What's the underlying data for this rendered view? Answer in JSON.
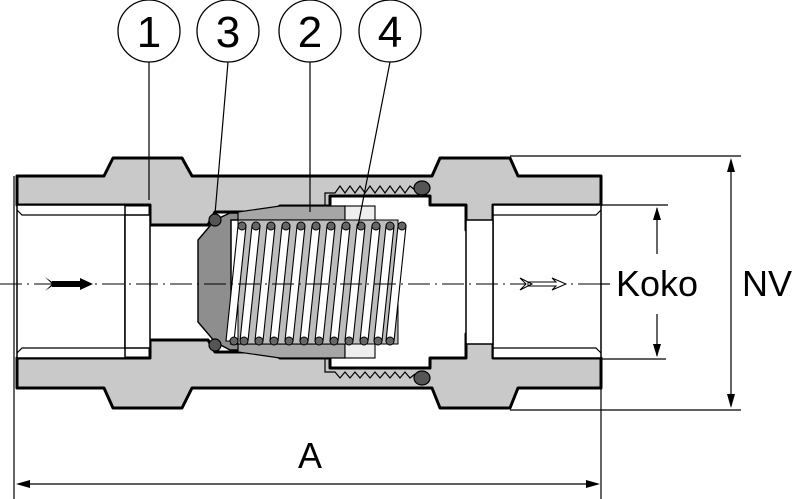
{
  "diagram": {
    "type": "technical-cross-section",
    "subject": "inline spring check valve",
    "callouts": [
      {
        "id": "1",
        "label": "1",
        "points_to": "valve body"
      },
      {
        "id": "3",
        "label": "3",
        "points_to": "o-ring seal"
      },
      {
        "id": "2",
        "label": "2",
        "points_to": "spring guide / insert"
      },
      {
        "id": "4",
        "label": "4",
        "points_to": "spring"
      }
    ],
    "dimensions": {
      "length": "A",
      "bore": "Koko",
      "hex_size": "NV"
    },
    "flow": {
      "inlet_arrow": "solid-arrow",
      "outlet_arrow": "hollow-arrow",
      "direction": "left-to-right"
    },
    "colors": {
      "body": "#c9c9c9",
      "piston": "#8e8e8e",
      "guide": "#a6a6a6",
      "oring": "#555555",
      "line": "#000000"
    }
  }
}
